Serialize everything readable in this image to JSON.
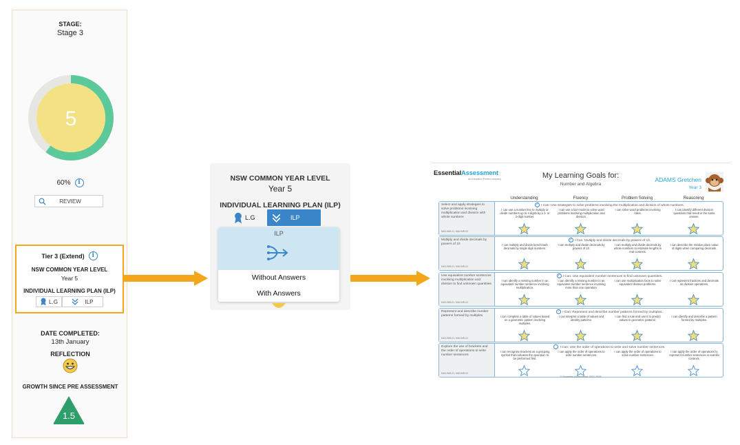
{
  "stage": {
    "label": "STAGE:",
    "value": "Stage 3"
  },
  "gauge": {
    "level": "5",
    "percent_fill": 0.6,
    "fill_color": "#f3e184",
    "ring_color": "#5cc99b",
    "track_color": "#e6e6e2"
  },
  "percent": {
    "value": "60%",
    "icon": "info-icon"
  },
  "review_button": {
    "label": "REVIEW",
    "icon": "search-icon"
  },
  "tier_box": {
    "tier": "Tier 3 (Extend)",
    "level_title": "NSW COMMON YEAR LEVEL",
    "year": "Year 5",
    "plan_title": "INDIVIDUAL LEARNING PLAN (ILP)",
    "lg_label": "L.G",
    "ilp_label": "ILP"
  },
  "date_completed": {
    "label": "DATE COMPLETED:",
    "value": "13th January"
  },
  "reflection": {
    "label": "REFLECTION",
    "icon": "smiley-face-icon"
  },
  "growth": {
    "label": "GROWTH SINCE PRE ASSESSMENT",
    "value": "1.5",
    "color": "#2e9e6b"
  },
  "middle_panel": {
    "level_title": "NSW COMMON YEAR LEVEL",
    "year": "Year 5",
    "plan_title": "INDIVIDUAL LEARNING PLAN (ILP)",
    "lg_label": "L.G",
    "ilp_label": "ILP",
    "dropdown": {
      "header": "ILP",
      "items": [
        "Without Answers",
        "With Answers"
      ]
    }
  },
  "report": {
    "logo_a": "Essential",
    "logo_b": "Assessment",
    "logo_sub": "An Education Perfect company",
    "title": "My Learning Goals for:",
    "subtitle": "Number and Algebra",
    "student": "ADAMS Gretchen",
    "year": "Year 3",
    "columns": [
      "Understanding",
      "Fluency",
      "Problem Solving",
      "Reasoning"
    ],
    "rows": [
      {
        "topic": "Select and apply strategies to solve problems involving multiplication and division with whole numbers",
        "codes": "MA3-WM-01, MA3-MR-02",
        "goal": "I Can: Use strategies to solve problems involving the multiplication and division of whole numbers.",
        "cells": [
          "I can use a number line to multiply or divide numbers up to 4 digits by a 1- or 2-digit number.",
          "I can use a bar model to solve word problems involving multiplication and division.",
          "I can solve word problems involving rates.",
          "I can identify different division questions that result in the same answer."
        ]
      },
      {
        "topic": "Multiply and divide decimals by powers of 10",
        "codes": "MA3-WM-01, MA3-MR-02",
        "goal": "I Can: Multiply and divide decimals by powers of 10.",
        "cells": [
          "I can multiply and divide benchmark decimals by single digit numbers.",
          "I can multiply and divide decimals by powers of 10.",
          "I can multiply and divide decimals by whole numbers to estimate lengths in real contexts.",
          "I can describe the relative place value of digits when comparing decimals."
        ]
      },
      {
        "topic": "Use equivalent number sentences involving multiplication and division to find unknown quantities",
        "codes": "MA3-WM-01, MA3-MR-02",
        "goal": "I Can: Use equivalent number sentences to find unknown quantities.",
        "cells": [
          "I can identify a missing number in an equivalent number sentence involving multiplication.",
          "I can identify a missing number in an equivalent number sentence involving more than one operation.",
          "I can use multiplication facts to solve equivalent division problems.",
          "I can represent fractions and decimals as division operations."
        ]
      },
      {
        "topic": "Represent and describe number patterns formed by multiples",
        "codes": "MA3-WM-01, MA3-MR-02",
        "goal": "I Can: Represent and describe number patterns formed by multiples.",
        "cells": [
          "I can complete a table of values based on a geometric pattern involving multiples.",
          "I can interpret a table of values and identify patterns.",
          "I can find a rule and use it to predict values in geometric patterns.",
          "I can identify and describe a pattern formed by multiples."
        ]
      },
      {
        "topic": "Explore the use of brackets and the order of operations to write number sentences",
        "codes": "MA3-WM-01, MA3-MR-02",
        "goal": "I Can: Use the order of operations to write and solve number sentences.",
        "cells": [
          "I can recognise brackets as a grouping symbol that indicates the operation to be performed first.",
          "I can apply the order of operations to write number sentences.",
          "I can apply the order of operations to solve number sentences.",
          "I can apply the order of operations to represent number sentences in real-life contexts."
        ]
      }
    ],
    "row_complete": [
      true,
      true,
      true,
      true,
      false
    ],
    "footer": "© Essential Assessment 2022-2026"
  }
}
